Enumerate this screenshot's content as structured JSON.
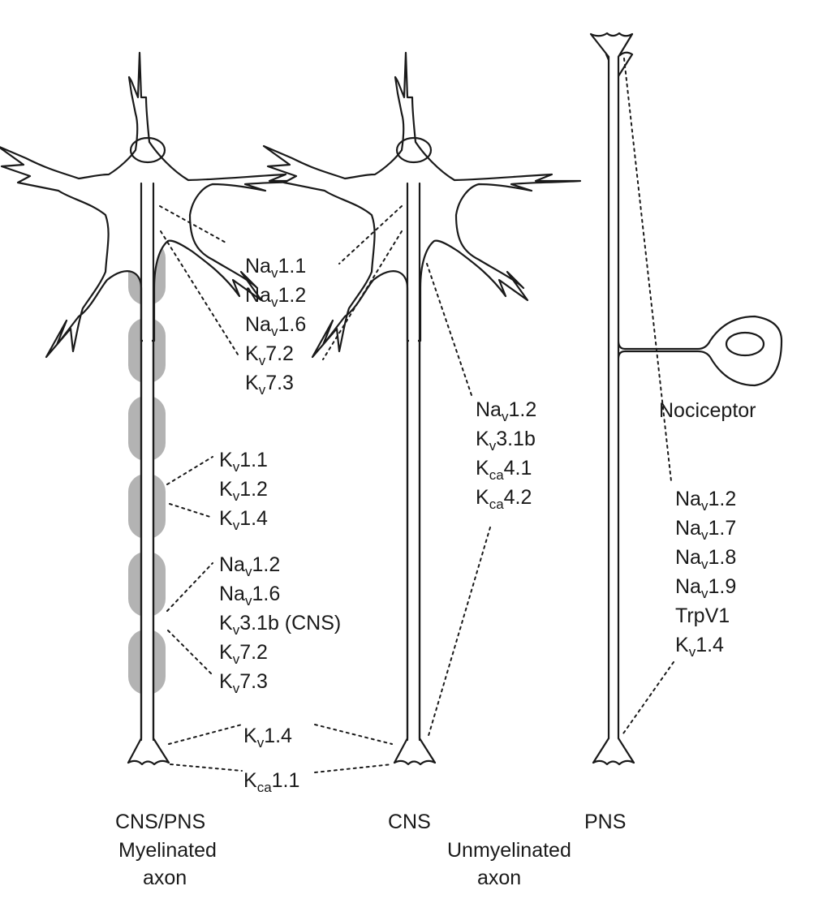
{
  "diagram": {
    "colors": {
      "stroke": "#1a1a1a",
      "myelin": "#b3b3b3",
      "background": "#ffffff"
    },
    "neurons": [
      {
        "id": "myelinated",
        "region": "CNS/PNS",
        "type": [
          "Myelinated",
          "axon"
        ]
      },
      {
        "id": "unmyelinated-cns",
        "region": "CNS",
        "type": [
          "Unmyelinated",
          "axon"
        ]
      },
      {
        "id": "nociceptor-pns",
        "region": "PNS",
        "cell_label": "Nociceptor"
      }
    ],
    "channel_groups": {
      "ais": [
        {
          "base": "Na",
          "sub": "v",
          "num": "1.1"
        },
        {
          "base": "Na",
          "sub": "v",
          "num": "1.2"
        },
        {
          "base": "Na",
          "sub": "v",
          "num": "1.6"
        },
        {
          "base": "K",
          "sub": "v",
          "num": "7.2"
        },
        {
          "base": "K",
          "sub": "v",
          "num": "7.3"
        }
      ],
      "juxtaparanode": [
        {
          "base": "K",
          "sub": "v",
          "num": "1.1"
        },
        {
          "base": "K",
          "sub": "v",
          "num": "1.2"
        },
        {
          "base": "K",
          "sub": "v",
          "num": "1.4"
        }
      ],
      "node": [
        {
          "base": "Na",
          "sub": "v",
          "num": "1.2"
        },
        {
          "base": "Na",
          "sub": "v",
          "num": "1.6"
        },
        {
          "base": "K",
          "sub": "v",
          "num": "3.1b (CNS)"
        },
        {
          "base": "K",
          "sub": "v",
          "num": "7.2"
        },
        {
          "base": "K",
          "sub": "v",
          "num": "7.3"
        }
      ],
      "terminal": [
        {
          "base": "K",
          "sub": "v",
          "num": "1.4"
        },
        {
          "base": "K",
          "sub": "ca",
          "num": "1.1"
        }
      ],
      "unmyelinated_axon": [
        {
          "base": "Na",
          "sub": "v",
          "num": "1.2"
        },
        {
          "base": "K",
          "sub": "v",
          "num": "3.1b"
        },
        {
          "base": "K",
          "sub": "ca",
          "num": "4.1"
        },
        {
          "base": "K",
          "sub": "ca",
          "num": "4.2"
        }
      ],
      "nociceptor_axon": [
        {
          "base": "Na",
          "sub": "v",
          "num": "1.2"
        },
        {
          "base": "Na",
          "sub": "v",
          "num": "1.7"
        },
        {
          "base": "Na",
          "sub": "v",
          "num": "1.8"
        },
        {
          "base": "Na",
          "sub": "v",
          "num": "1.9"
        },
        {
          "base": "TrpV1",
          "sub": "",
          "num": ""
        },
        {
          "base": "K",
          "sub": "v",
          "num": "1.4"
        }
      ]
    }
  }
}
